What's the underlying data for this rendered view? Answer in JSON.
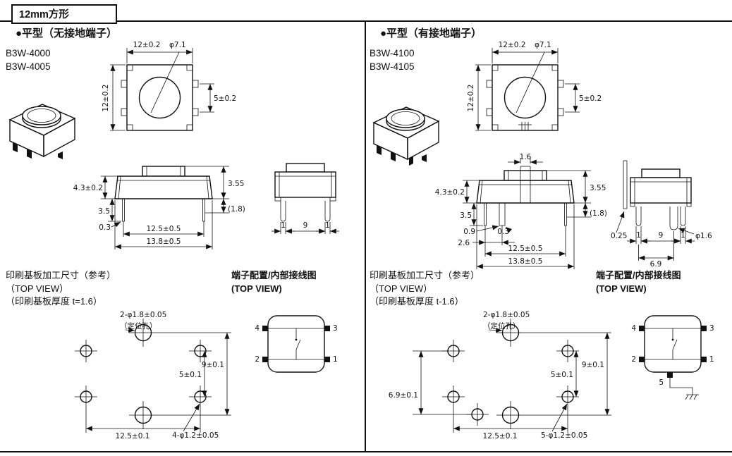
{
  "header": {
    "size_tag": "12mm方形"
  },
  "left": {
    "section_title": "●平型（无接地端子）",
    "models": [
      "B3W-4000",
      "B3W-4005"
    ],
    "top_view": {
      "width": "12±0.2",
      "button_dia": "φ7.1",
      "height": "12±0.2",
      "terminal_pitch": "5±0.2"
    },
    "front_view": {
      "body_height": "4.3±0.2",
      "leg_length": "3.5",
      "cap_height": "3.55",
      "leg_thickness": "0.3",
      "ref_height": "(1.8)",
      "leg_span": "12.5±0.5",
      "body_width": "13.8±0.5"
    },
    "side_view": {
      "leg_width_left": "1",
      "leg_pitch": "9",
      "leg_width_right": "1"
    },
    "pcb_caption": {
      "line1": "印刷基板加工尺寸（参考）",
      "line2": "（TOP VIEW）",
      "line3": "（印刷基板厚度 t=1.6）"
    },
    "pcb": {
      "positioning_holes": "2-φ1.8±0.05",
      "positioning_label": "（定位孔）",
      "row_pitch": "5±0.1",
      "positioning_pitch": "9±0.1",
      "hole_span": "12.5±0.1",
      "terminal_holes": "4-φ1.2±0.05"
    },
    "terminal_caption": {
      "line1": "端子配置/内部接线图",
      "line2": "(TOP VIEW)"
    },
    "terminal": {
      "pin4": "4",
      "pin3": "3",
      "pin2": "2",
      "pin1": "1"
    }
  },
  "right": {
    "section_title": "●平型（有接地端子）",
    "models": [
      "B3W-4100",
      "B3W-4105"
    ],
    "top_view": {
      "width": "12±0.2",
      "button_dia": "φ7.1",
      "height": "12±0.2",
      "terminal_pitch": "5±0.2"
    },
    "front_view": {
      "ground_tab_width": "1.6",
      "body_height": "4.3±0.2",
      "leg_length": "3.5",
      "cap_height": "3.55",
      "ground_leg_width": "0.9",
      "leg_thickness": "0.3",
      "ground_offset": "2.6",
      "ref_height": "(1.8)",
      "leg_span": "12.5±0.5",
      "body_width": "13.8±0.5"
    },
    "side_view": {
      "tab_gap": "0.25",
      "leg_width_left": "1",
      "leg_pitch": "9",
      "leg_width_right": "1",
      "ground_dia": "φ1.6",
      "ground_pitch": "6.9"
    },
    "pcb_caption": {
      "line1": "印刷基板加工尺寸（参考）",
      "line2": "（TOP VIEW）",
      "line3": "（印刷基板厚度 t-1.6）"
    },
    "pcb": {
      "positioning_holes": "2-φ1.8±0.05",
      "positioning_label": "（定位孔）",
      "row_pitch": "5±0.1",
      "positioning_pitch": "9±0.1",
      "ground_offset": "6.9±0.1",
      "hole_span": "12.5±0.1",
      "terminal_holes": "5-φ1.2±0.05"
    },
    "terminal_caption": {
      "line1": "端子配置/内部接线图",
      "line2": "(TOP VIEW)"
    },
    "terminal": {
      "pin4": "4",
      "pin3": "3",
      "pin2": "2",
      "pin1": "1",
      "pin5": "5"
    }
  }
}
